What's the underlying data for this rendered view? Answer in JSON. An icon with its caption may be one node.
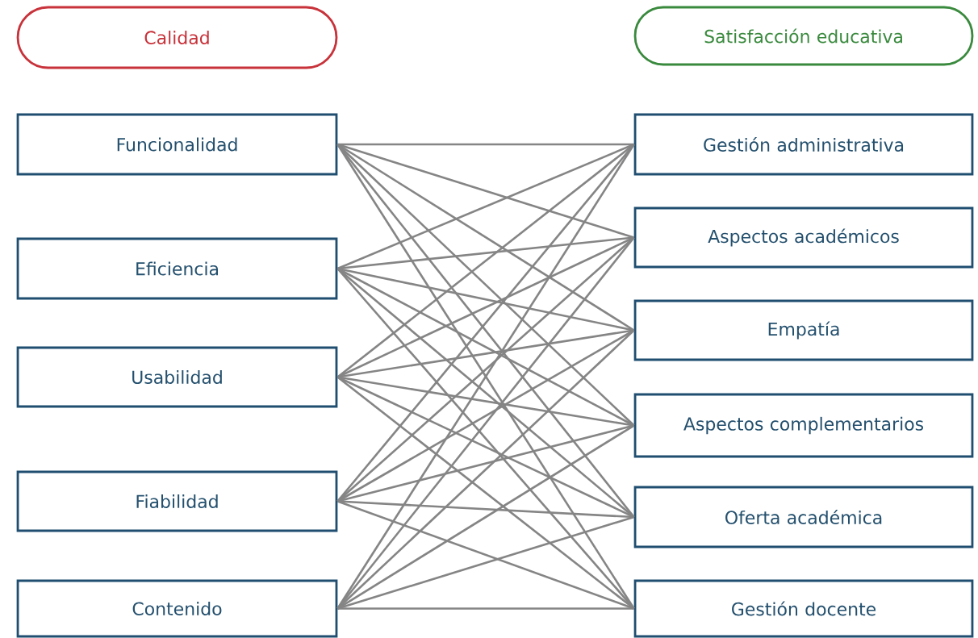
{
  "diagram": {
    "nodes": [
      {
        "text": [
          "Calidad"
        ]
      },
      {
        "text": [
          "Satisfacción educativa"
        ]
      },
      {
        "text": [
          "Funcionalidad"
        ]
      },
      {
        "text": [
          "Eficiencia"
        ]
      },
      {
        "text": [
          "Usabilidad"
        ]
      },
      {
        "text": [
          "Fiabilidad"
        ]
      },
      {
        "text": [
          "Contenido"
        ]
      },
      {
        "text": [
          "Gestión administrativa"
        ]
      },
      {
        "text": [
          "Aspectos académicos"
        ]
      },
      {
        "text": [
          "Empatía"
        ]
      },
      {
        "text": [
          "Aspectos complementarios"
        ]
      },
      {
        "text": [
          "Oferta académica"
        ]
      },
      {
        "text": [
          "Gestión docente"
        ]
      }
    ],
    "edges": [
      {
        "from": 2,
        "to": 7,
        "arrow": "none"
      },
      {
        "from": 2,
        "to": 8,
        "arrow": "none"
      },
      {
        "from": 2,
        "to": 9,
        "arrow": "none"
      },
      {
        "from": 2,
        "to": 10,
        "arrow": "none"
      },
      {
        "from": 2,
        "to": 11,
        "arrow": "none"
      },
      {
        "from": 2,
        "to": 12,
        "arrow": "none"
      },
      {
        "from": 3,
        "to": 7,
        "arrow": "none"
      },
      {
        "from": 3,
        "to": 8,
        "arrow": "none"
      },
      {
        "from": 3,
        "to": 9,
        "arrow": "none"
      },
      {
        "from": 3,
        "to": 10,
        "arrow": "none"
      },
      {
        "from": 3,
        "to": 11,
        "arrow": "none"
      },
      {
        "from": 3,
        "to": 12,
        "arrow": "none"
      },
      {
        "from": 4,
        "to": 7,
        "arrow": "none"
      },
      {
        "from": 4,
        "to": 8,
        "arrow": "none"
      },
      {
        "from": 4,
        "to": 9,
        "arrow": "none"
      },
      {
        "from": 4,
        "to": 10,
        "arrow": "none"
      },
      {
        "from": 4,
        "to": 11,
        "arrow": "none"
      },
      {
        "from": 4,
        "to": 12,
        "arrow": "none"
      },
      {
        "from": 5,
        "to": 7,
        "arrow": "none"
      },
      {
        "from": 5,
        "to": 8,
        "arrow": "none"
      },
      {
        "from": 5,
        "to": 9,
        "arrow": "none"
      },
      {
        "from": 5,
        "to": 10,
        "arrow": "none"
      },
      {
        "from": 5,
        "to": 11,
        "arrow": "none"
      },
      {
        "from": 5,
        "to": 12,
        "arrow": "none"
      },
      {
        "from": 6,
        "to": 7,
        "arrow": "none"
      },
      {
        "from": 6,
        "to": 8,
        "arrow": "none"
      },
      {
        "from": 6,
        "to": 9,
        "arrow": "none"
      },
      {
        "from": 6,
        "to": 10,
        "arrow": "none"
      },
      {
        "from": 6,
        "to": 11,
        "arrow": "none"
      },
      {
        "from": 6,
        "to": 12,
        "arrow": "none"
      }
    ]
  }
}
